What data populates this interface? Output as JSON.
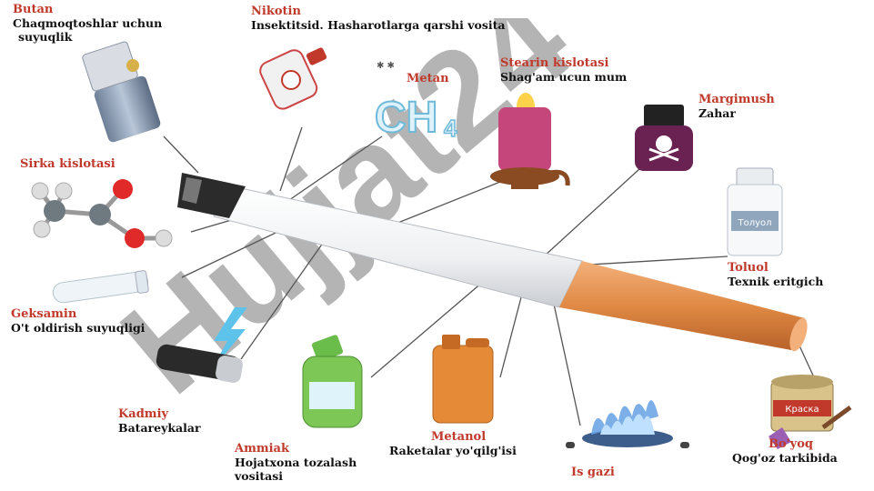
{
  "watermark": "Hujjat24",
  "items": [
    {
      "id": "butan",
      "title": "Butan",
      "desc": "Chaqmoqtoshlar uchun",
      "desc2": "suyuqlik"
    },
    {
      "id": "nikotin",
      "title": "Nikotin",
      "desc": "Insektitsid. Hasharotlarga qarshi vosita"
    },
    {
      "id": "metan",
      "title": "Metan",
      "formula": "CH4"
    },
    {
      "id": "stearin",
      "title": "Stearin kislotasi",
      "desc": "Shag'am ucun mum"
    },
    {
      "id": "margimush",
      "title": "Margimush",
      "desc": "Zahar"
    },
    {
      "id": "sirka",
      "title": "Sirka kislotasi"
    },
    {
      "id": "toluol",
      "title": "Toluol",
      "desc": "Texnik eritgich",
      "bottle_text": "Толуол"
    },
    {
      "id": "geksamin",
      "title": "Geksamin",
      "desc": "O't oldirish suyuqligi"
    },
    {
      "id": "kadmiy",
      "title": "Kadmiy",
      "desc": "Batareykalar"
    },
    {
      "id": "ammiak",
      "title": "Ammiak",
      "desc": "Hojatxona tozalash",
      "desc2": "vositasi"
    },
    {
      "id": "metanol",
      "title": "Metanol",
      "desc": "Raketalar yo'qilg'isi"
    },
    {
      "id": "isgazi",
      "title": "Is gazi"
    },
    {
      "id": "boyoq",
      "title": "Bo'yoq",
      "desc": "Qog'oz tarkibida",
      "can_text": "Краска"
    }
  ]
}
